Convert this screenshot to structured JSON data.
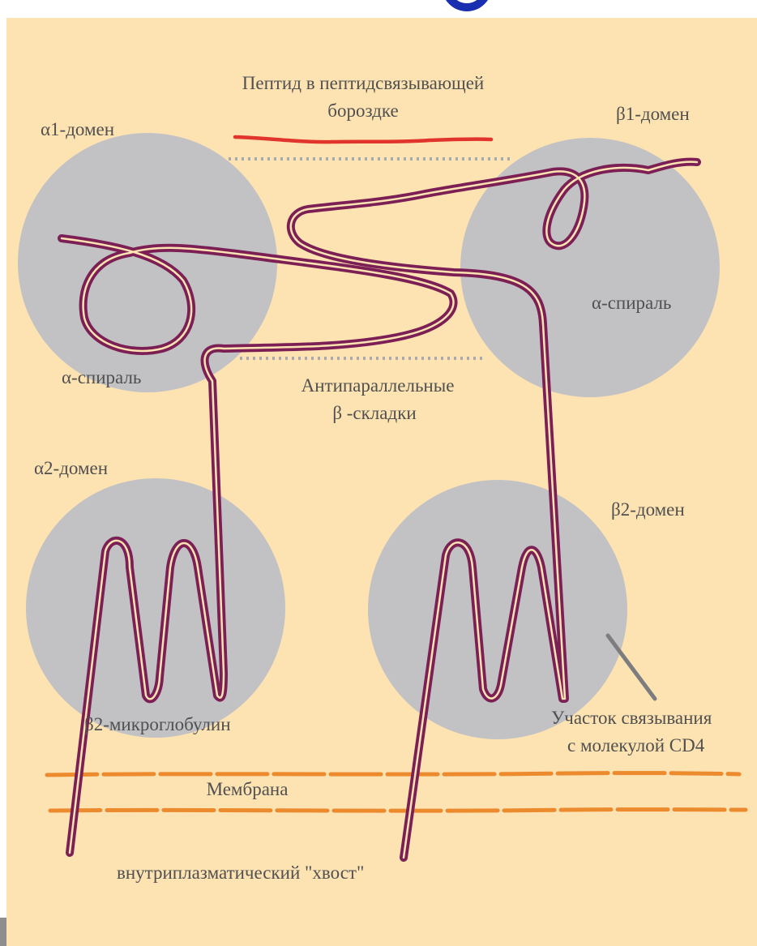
{
  "labels": {
    "peptide_line1": "Пептид в пептидсвязывающей",
    "peptide_line2": "бороздке",
    "alpha1_domain": "α1-домен",
    "beta1_domain": "β1-домен",
    "alpha_helix_left": "α-спираль",
    "alpha_helix_right": "α-спираль",
    "antiparallel_line1": "Антипараллельные",
    "antiparallel_line2": "β -складки",
    "alpha2_domain": "α2-домен",
    "beta2_domain": "β2-домен",
    "beta2_microglobulin": "β2-микроглобулин",
    "cd4_site_line1": "Участок связывания",
    "cd4_site_line2": "с молекулой CD4",
    "membrane": "Мембрана",
    "cytoplasmic_tail": "внутриплазматический \"хвост\""
  },
  "colors": {
    "background": "#fde2b2",
    "domain_fill": "#c2c2c4",
    "chain": "#7b1f55",
    "peptide": "#e0342c",
    "membrane": "#ec8a2e",
    "dotted_guide": "#a7a9b1",
    "pointer": "#7d7d80",
    "text": "#505050",
    "title_glyph": "#1a2fb0"
  }
}
